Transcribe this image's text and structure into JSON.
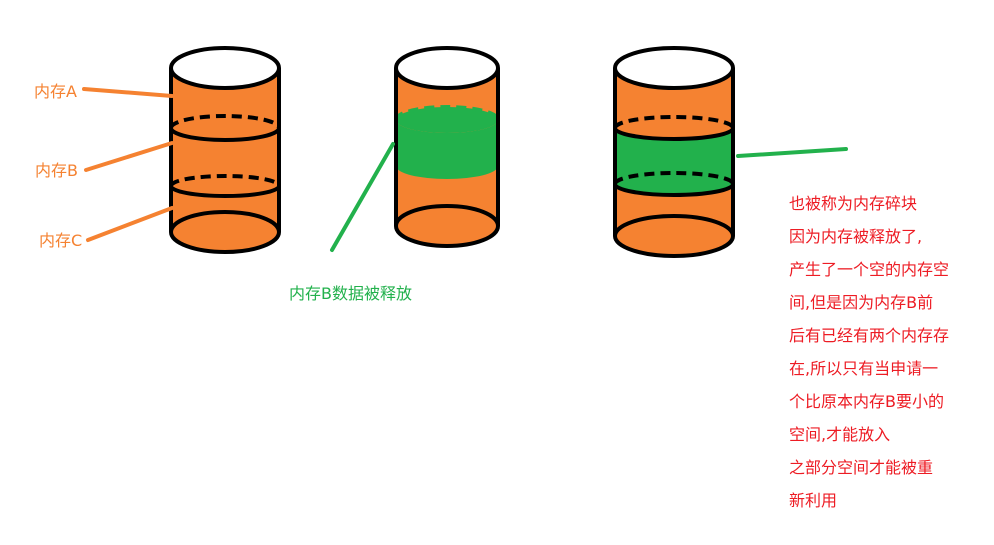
{
  "colors": {
    "orange": "#f58231",
    "green": "#22b14c",
    "red": "#ed1c24",
    "outline": "#000000"
  },
  "labels": {
    "memory_a": "内存A",
    "memory_b": "内存B",
    "memory_c": "内存C",
    "released": "内存B数据被释放"
  },
  "note_lines": [
    "也被称为内存碎块",
    "因为内存被释放了,",
    "产生了一个空的内存空",
    "间,但是因为内存B前",
    "后有已经有两个内存存",
    "在,所以只有当申请一",
    "个比原本内存B要小的",
    "空间,才能放入",
    "之部分空间才能被重",
    " 新利用"
  ]
}
